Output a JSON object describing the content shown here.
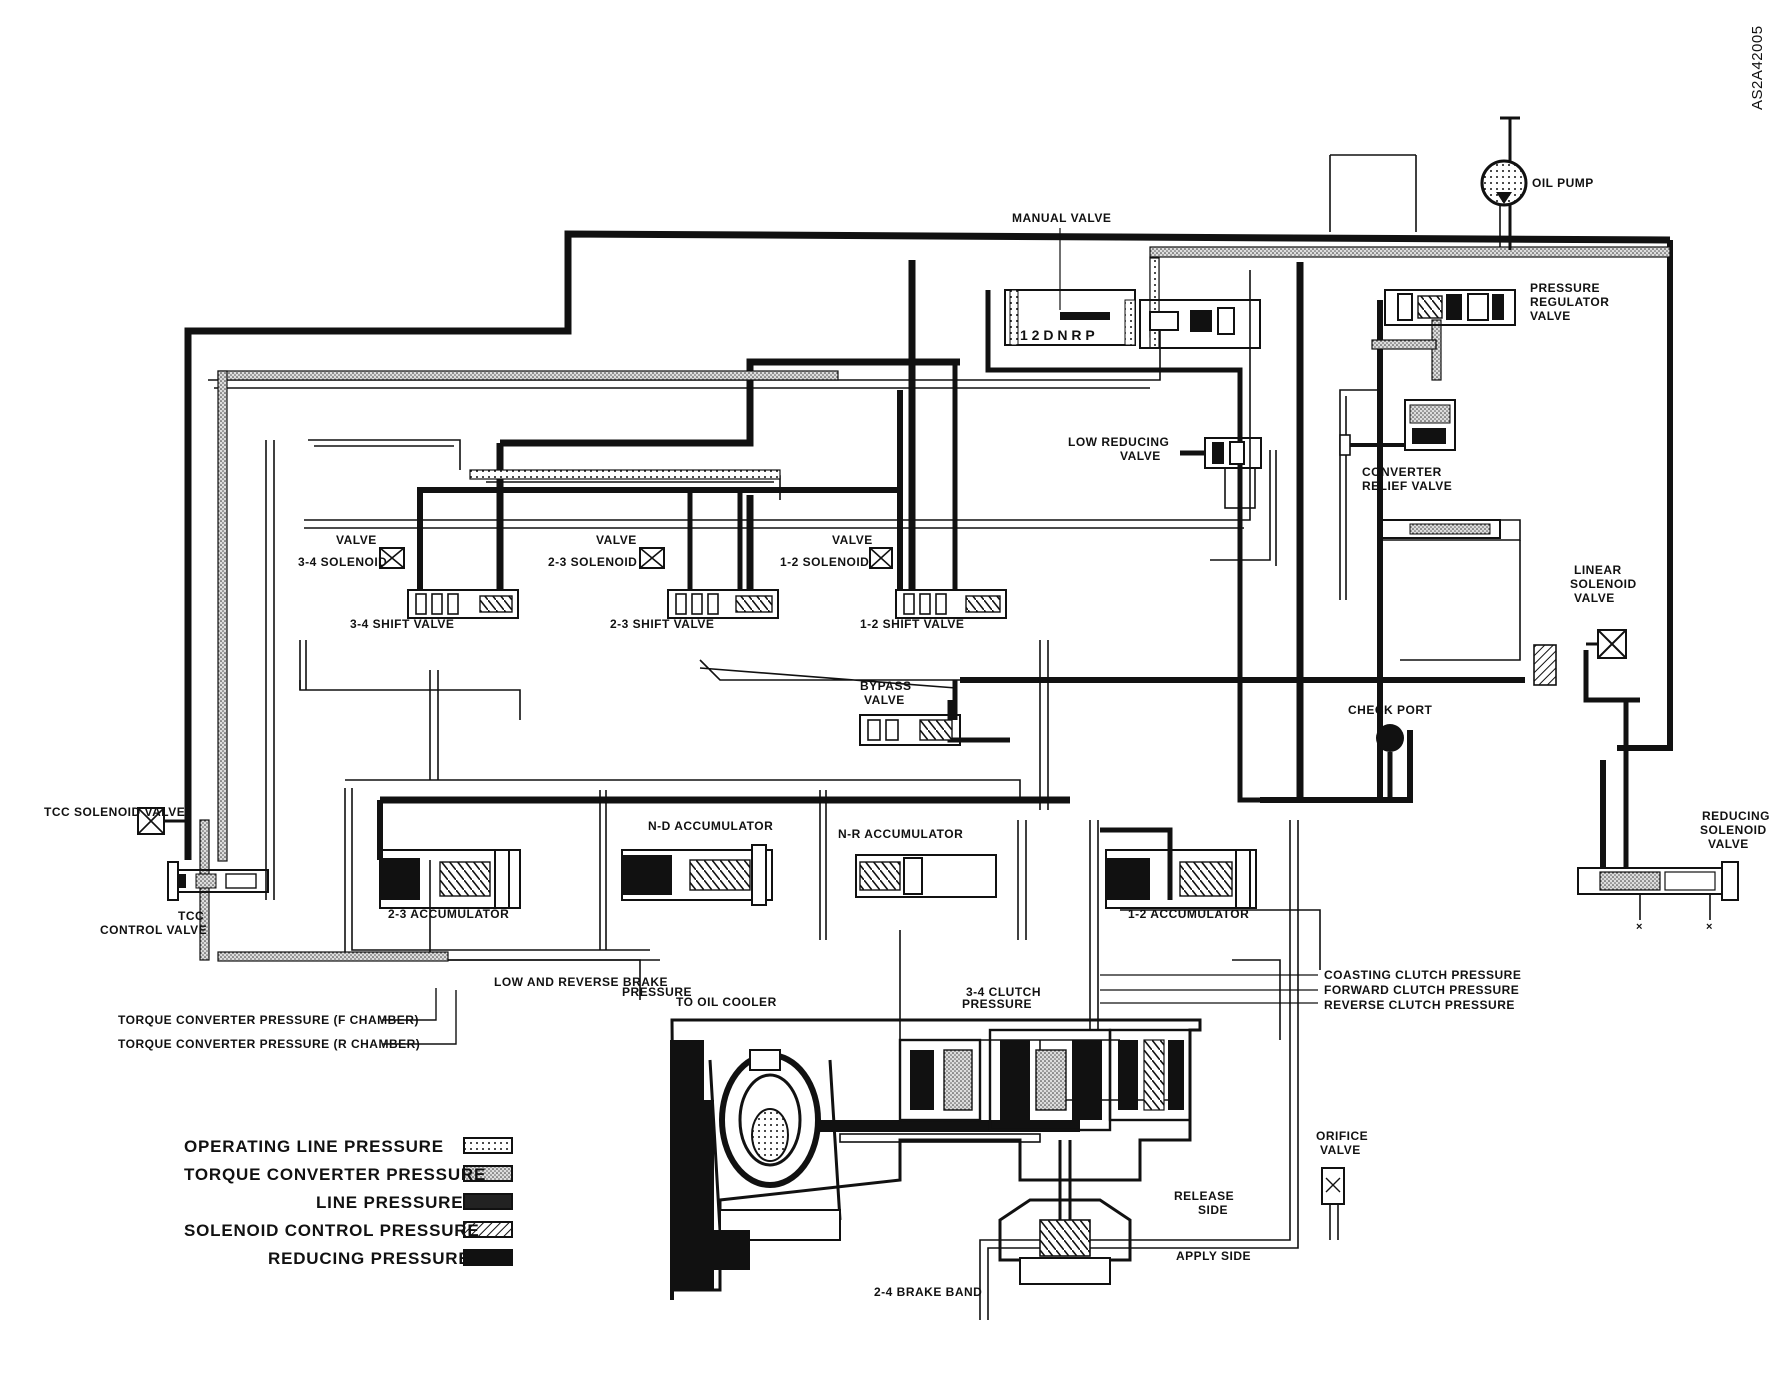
{
  "diagram_id": "AS2A42005",
  "legend": [
    {
      "key": "operating_line",
      "label": "OPERATING LINE PRESSURE",
      "pattern": "dots"
    },
    {
      "key": "torque_converter",
      "label": "TORQUE CONVERTER PRESSURE",
      "pattern": "stipple"
    },
    {
      "key": "line",
      "label": "LINE PRESSURE",
      "pattern": "solid"
    },
    {
      "key": "solenoid_control",
      "label": "SOLENOID CONTROL PRESSURE",
      "pattern": "hatch"
    },
    {
      "key": "reducing",
      "label": "REDUCING PRESSURE",
      "pattern": "dark"
    }
  ],
  "components": {
    "oil_pump": "OIL PUMP",
    "manual_valve": "MANUAL VALVE",
    "manual_positions": "1 2 D N R P",
    "pressure_regulator": [
      "PRESSURE",
      "REGULATOR",
      "VALVE"
    ],
    "low_reducing": [
      "LOW REDUCING",
      "VALVE"
    ],
    "converter_relief": [
      "CONVERTER",
      "RELIEF VALVE"
    ],
    "linear_solenoid": [
      "LINEAR",
      "SOLENOID",
      "VALVE"
    ],
    "check_port": "CHECK PORT",
    "reducing_solenoid": [
      "REDUCING",
      "SOLENOID",
      "VALVE"
    ],
    "sol_34": [
      "3-4 SOLENOID",
      "VALVE"
    ],
    "sol_23": [
      "2-3 SOLENOID",
      "VALVE"
    ],
    "sol_12": [
      "1-2 SOLENOID",
      "VALVE"
    ],
    "shift_34": "3-4 SHIFT VALVE",
    "shift_23": "2-3 SHIFT VALVE",
    "shift_12": "1-2 SHIFT VALVE",
    "bypass_valve": [
      "BYPASS",
      "VALVE"
    ],
    "nd_accumulator": "N-D ACCUMULATOR",
    "nr_accumulator": "N-R ACCUMULATOR",
    "acc_23": "2-3 ACCUMULATOR",
    "acc_12": "1-2 ACCUMULATOR",
    "tcc_solenoid": "TCC SOLENOID VALVE",
    "tcc_control": [
      "TCC",
      "CONTROL VALVE"
    ],
    "tc_pressure_f": "TORQUE CONVERTER PRESSURE (F CHAMBER)",
    "tc_pressure_r": "TORQUE CONVERTER PRESSURE (R CHAMBER)",
    "to_oil_cooler": "TO OIL COOLER",
    "low_reverse_brake": [
      "LOW AND REVERSE BRAKE",
      "PRESSURE"
    ],
    "clutch_34": [
      "3-4 CLUTCH",
      "PRESSURE"
    ],
    "coasting_clutch": "COASTING CLUTCH PRESSURE",
    "forward_clutch": "FORWARD CLUTCH PRESSURE",
    "reverse_clutch": "REVERSE CLUTCH PRESSURE",
    "orifice_valve": [
      "ORIFICE",
      "VALVE"
    ],
    "release_side": [
      "RELEASE",
      "SIDE"
    ],
    "apply_side": "APPLY SIDE",
    "brake_band": "2-4 BRAKE BAND"
  },
  "colors": {
    "ink": "#111111",
    "background": "#ffffff"
  }
}
